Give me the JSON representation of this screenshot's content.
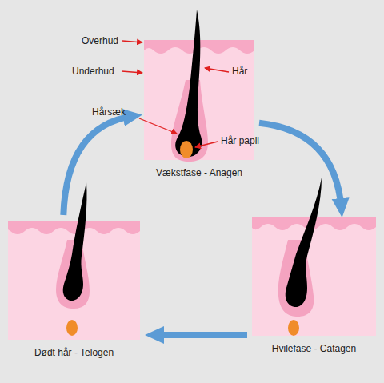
{
  "diagram": {
    "nodes": [
      {
        "text": [
          "Vækstfase - Anagen"
        ]
      },
      {
        "text": [
          "Dødt hår - Telogen"
        ]
      },
      {
        "text": [
          "Hvilefase - Catagen"
        ]
      }
    ],
    "edges": [
      {
        "from": 0,
        "to": 2,
        "arrow": "to"
      },
      {
        "from": 2,
        "to": 1,
        "arrow": "to"
      },
      {
        "from": 1,
        "to": 0,
        "arrow": "to"
      }
    ],
    "labels": [
      "Overhud",
      "Underhud",
      "Hår",
      "Hårsæk",
      "Hår papil"
    ]
  }
}
